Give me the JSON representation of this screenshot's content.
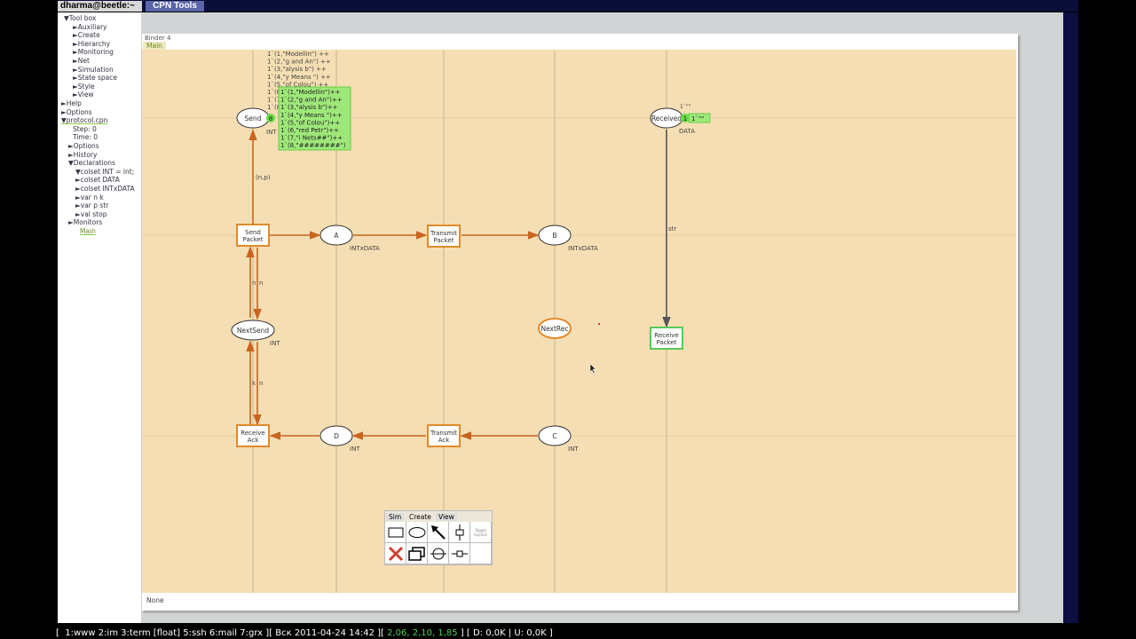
{
  "topbar": {
    "tab1": "dharma@beetle:~",
    "tab2": "CPN Tools"
  },
  "sidebar": [
    "▼Tool box",
    "►Auxiliary",
    "►Create",
    "►Hierarchy",
    "►Monitoring",
    "►Net",
    "►Simulation",
    "►State space",
    "►Style",
    "►View",
    "►Help",
    "►Options",
    "▼protocol.cpn",
    "Step: 0",
    "Time: 0",
    "►Options",
    "►History",
    "▼Declarations",
    "▼colset INT = int;",
    "►colset DATA",
    "►colset INTxDATA",
    "►var n k",
    "►var p str",
    "►val stop",
    "►Monitors",
    "Main"
  ],
  "binder": {
    "title": "Binder 4",
    "tab": "Main",
    "status": "None"
  },
  "net": {
    "places": {
      "send": "Send",
      "a": "A",
      "b": "B",
      "nextsend": "NextSend",
      "nextrec": "NextRec",
      "d": "D",
      "c": "C",
      "received": "Received"
    },
    "types": {
      "send": "INT",
      "a": "INTxDATA",
      "b": "INTxDATA",
      "nextsend": "INT",
      "d": "INT",
      "c": "INT",
      "received": "DATA"
    },
    "transitions": {
      "sendpacket": [
        "Send",
        "Packet"
      ],
      "transmitpacket": [
        "Transmit",
        "Packet"
      ],
      "receivepacket": [
        "Receive",
        "Packet"
      ],
      "receiveack": [
        "Receive",
        "Ack"
      ],
      "transmitack": [
        "Transmit",
        "Ack"
      ]
    },
    "arcs": {
      "np": "(n,p)",
      "n1": "n",
      "n2": "n",
      "k": "k",
      "n3": "n",
      "str": "str"
    },
    "initial_marking": [
      "1`(1,\"Modellin\") ++",
      "1`(2,\"g and An\") ++",
      "1`(3,\"alysis b\") ++",
      "1`(4,\"y Means \") ++",
      "1`(5,\"of Colou\") ++",
      "1`(6,",
      "1`(7,",
      "1`(8,"
    ],
    "marking": [
      "1`(1,\"Modellin\")++",
      "1`(2,\"g and An\")++",
      "1`(3,\"alysis b\")++",
      "1`(4,\"y Means \")++",
      "1`(5,\"of Colou\")++",
      "1`(6,\"red Petr\")++",
      "1`(7,\"i Nets##\")++",
      "1`(8,\"########\")"
    ],
    "send_count": "8",
    "received_initial": "1`\"\"",
    "received_count": "1",
    "received_marking": "1`\"\""
  },
  "palette": {
    "tabs": [
      "Sim",
      "Create",
      "View"
    ],
    "toggle_label": "Toggle Explicit"
  },
  "status": {
    "left": "[  1:www 2:im 3:term [float] 5:ssh 6:mail 7:grx ][ Вск 2011-04-24 14:42 ][ ",
    "load": "2,06, 2,10, 1,85",
    "right": " ] [ D: 0,0K | U: 0,0K ]"
  },
  "colors": {
    "page": "#f5deb3",
    "arc": "#c8641e",
    "token": "#66dd44"
  }
}
